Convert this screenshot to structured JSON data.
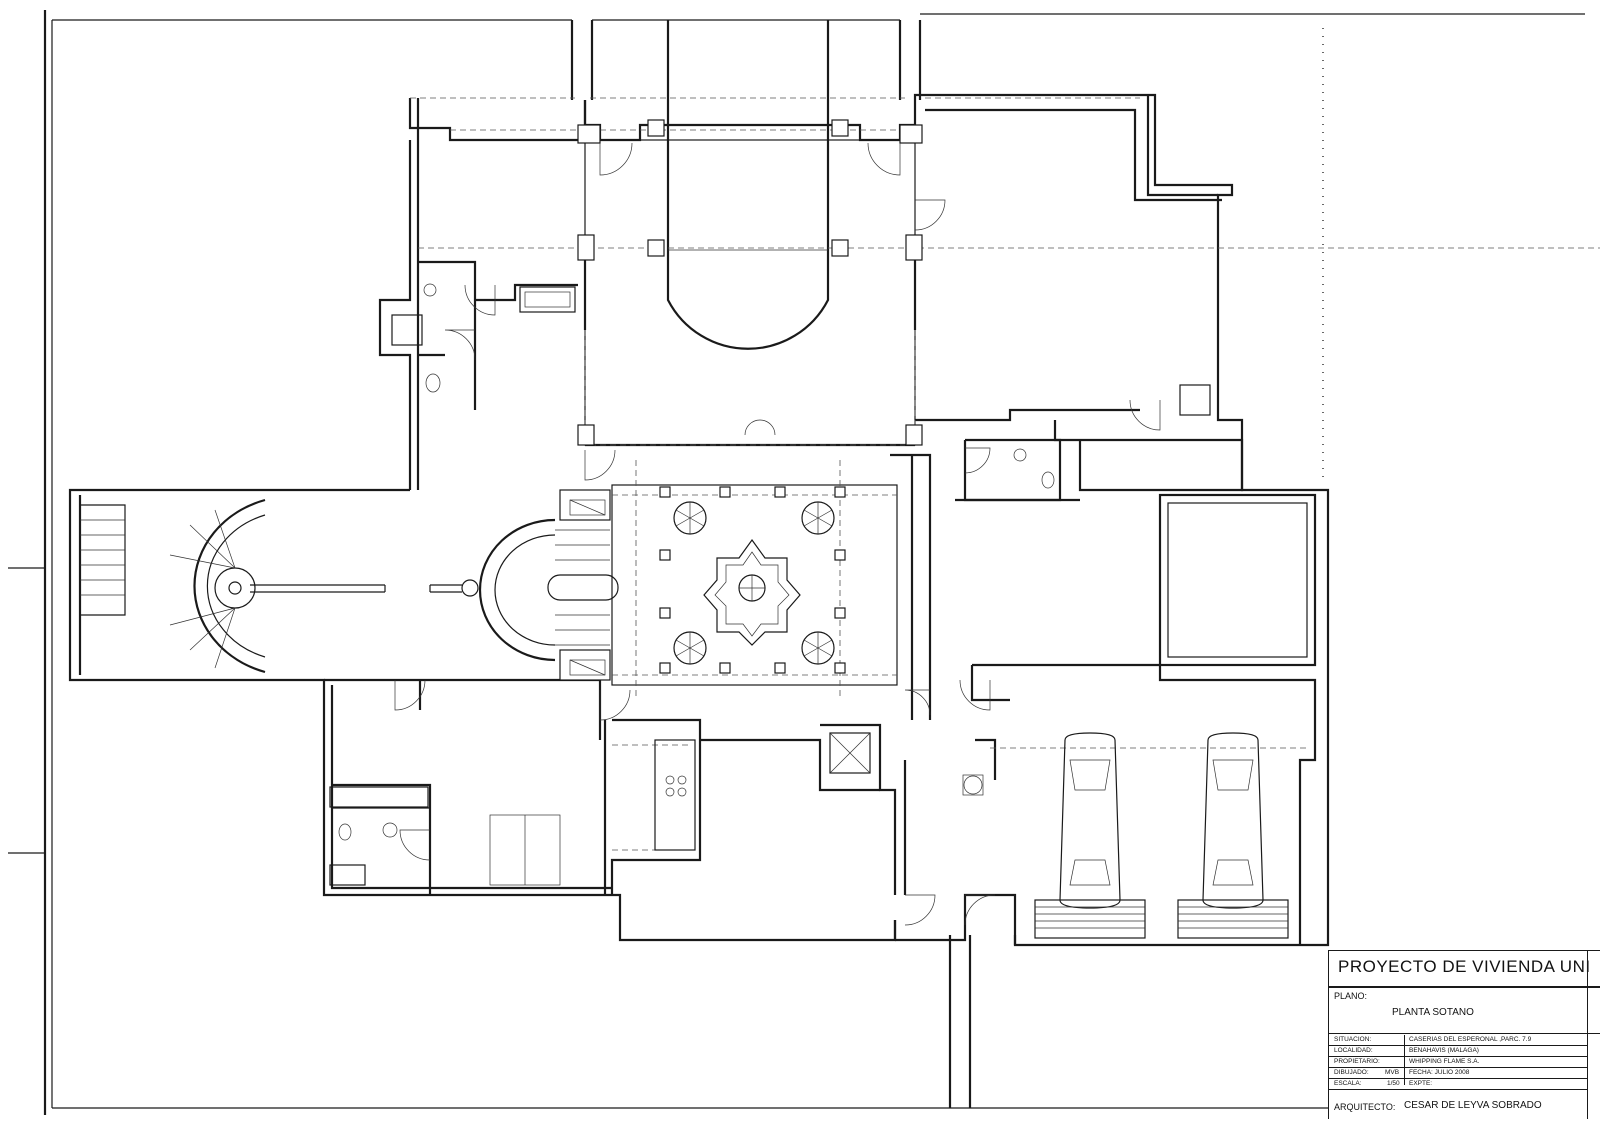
{
  "title_block": {
    "project_title": "PROYECTO DE VIVIENDA UNI",
    "plano_label": "PLANO:",
    "plano_value": "PLANTA SOTANO",
    "rows": [
      {
        "label": "SITUACION:",
        "value": "CASERIAS DEL ESPERONAL ,PARC. 7.9"
      },
      {
        "label": "LOCALIDAD:",
        "value": "BENAHAVIS (MALAGA)"
      },
      {
        "label": "PROPIETARIO:",
        "value": "WHIPPING FLAME S.A."
      },
      {
        "label": "DIBUJADO:",
        "mid": "MVB",
        "value": "FECHA: JULIO 2008"
      },
      {
        "label": "ESCALA:",
        "mid": "1/50",
        "value": "EXPTE:"
      }
    ],
    "architect_label": "ARQUITECTO:",
    "architect_name": "CESAR DE LEYVA SOBRADO"
  }
}
